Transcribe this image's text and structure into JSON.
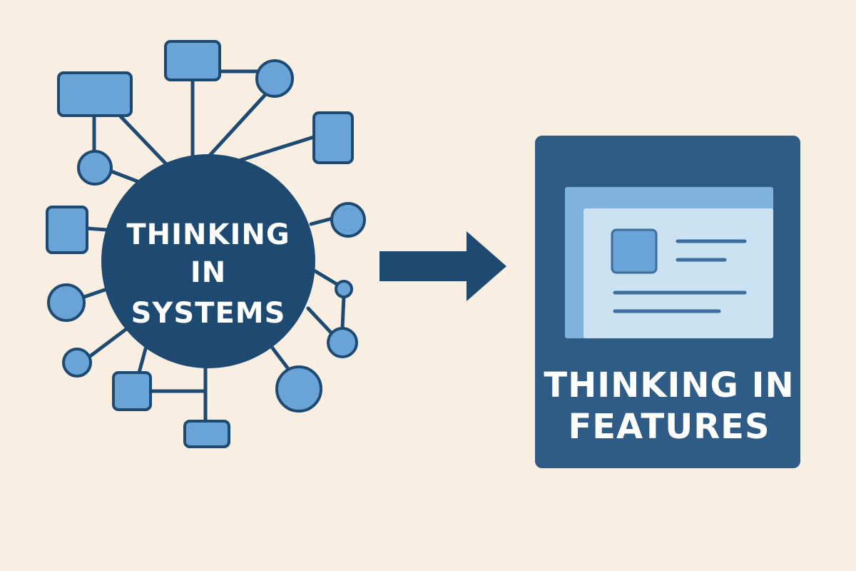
{
  "colors": {
    "background": "#f8efe2",
    "hub_fill": "#1e4a72",
    "node_fill": "#6aa3d5",
    "node_stroke": "#1e4a72",
    "connector": "#1e4a72",
    "arrow": "#1e4a72",
    "card_fill": "#2f5c86",
    "window_back": "#7fb2dc",
    "window_front": "#c9e1f1",
    "window_thumb": "#6aa3d5",
    "window_lines": "#3d6e9c",
    "text": "#ffffff"
  },
  "systems": {
    "lines": [
      "THINKING",
      "IN",
      "SYSTEMS"
    ]
  },
  "features": {
    "lines": [
      "THINKING IN",
      "FEATURES"
    ]
  },
  "icons": {
    "hub": "network-hub-icon",
    "arrow": "right-arrow-icon",
    "window": "app-window-icon"
  }
}
